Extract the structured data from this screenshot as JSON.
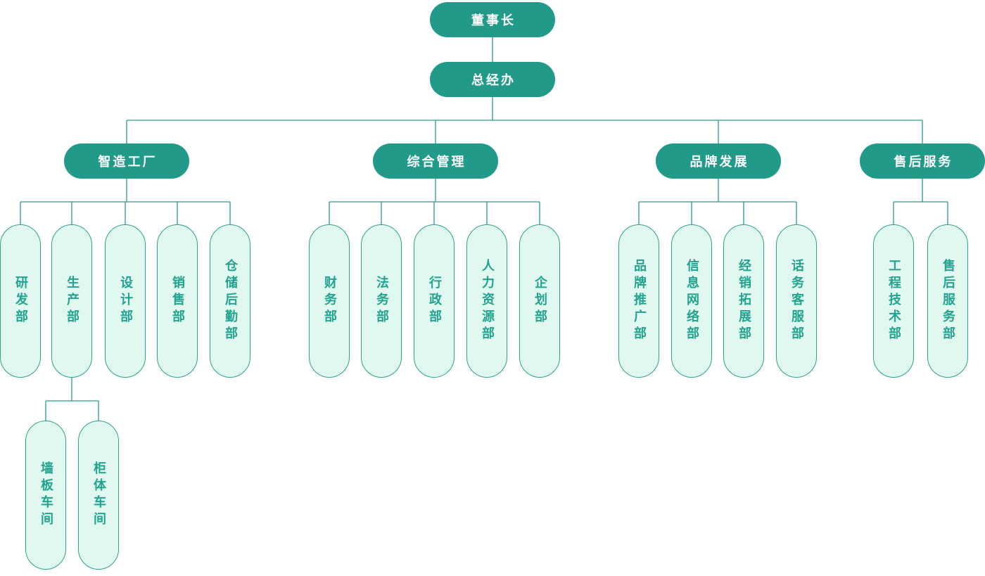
{
  "colors": {
    "background": "#ffffff",
    "node_fill": "#219a8a",
    "node_text": "#ffffff",
    "line": "#2a9a8e",
    "leaf_fill": "#e1f8f1",
    "leaf_border": "#2aa192",
    "leaf_text": "#21a38f"
  },
  "nodes": {
    "chairman": {
      "label": "董事长"
    },
    "gm_office": {
      "label": "总经办"
    }
  },
  "branches": [
    {
      "label": "智造工厂",
      "departments": [
        "研发部",
        "生产部",
        "设计部",
        "销售部",
        "仓储后勤部"
      ]
    },
    {
      "label": "综合管理",
      "departments": [
        "财务部",
        "法务部",
        "行政部",
        "人力资源部",
        "企划部"
      ]
    },
    {
      "label": "品牌发展",
      "departments": [
        "品牌推广部",
        "信息网络部",
        "经销拓展部",
        "话务客服部"
      ]
    },
    {
      "label": "售后服务",
      "departments": [
        "工程技术部",
        "售后服务部"
      ]
    }
  ],
  "workshops": {
    "parent": "生产部",
    "items": [
      "墙板车间",
      "柜体车间"
    ]
  }
}
